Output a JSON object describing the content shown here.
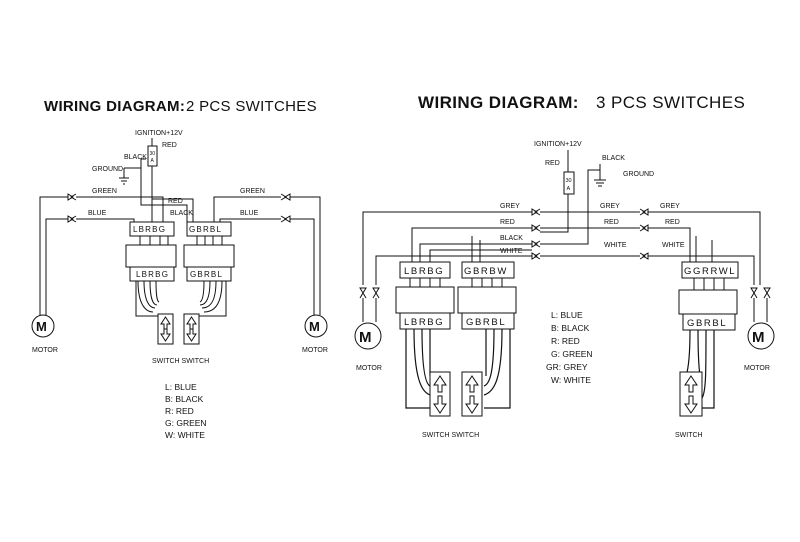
{
  "left": {
    "title_bold": "WIRING DIAGRAM:",
    "title_rest": "2 PCS SWITCHES",
    "ignition": "IGNITION+12V",
    "fuse": [
      "30",
      "A"
    ],
    "wire_labels": {
      "red_top": "RED",
      "black": "BLACK",
      "ground": "GROUND",
      "green_l": "GREEN",
      "green_r": "GREEN",
      "red_mid": "RED",
      "black_mid": "BLACK",
      "blue_l": "BLUE",
      "blue_r": "BLUE"
    },
    "conn_left": "LBRBG",
    "conn_right": "GBRBL",
    "motor_symbol": "M",
    "motor_label": "MOTOR",
    "switch_label": "SWITCH SWITCH",
    "legend": [
      "L: BLUE",
      "B: BLACK",
      "R: RED",
      "G: GREEN",
      "W: WHITE"
    ]
  },
  "right": {
    "title_bold": "WIRING DIAGRAM:",
    "title_rest": "3 PCS SWITCHES",
    "ignition": "IGNITION+12V",
    "fuse": [
      "30",
      "A"
    ],
    "wire_labels": {
      "red": "RED",
      "black": "BLACK",
      "ground": "GROUND",
      "grey_l": "GREY",
      "red_l": "RED",
      "black_l": "BLACK",
      "white_l": "WHITE",
      "grey_r1": "GREY",
      "grey_r2": "GREY",
      "red_r1": "RED",
      "red_r2": "RED",
      "white_r1": "WHITE",
      "white_r2": "WHITE"
    },
    "conn_1": "LBRBG",
    "conn_2": "GBRBW",
    "conn_3": "GGRRWL",
    "conn_1b": "LBRBG",
    "conn_2b": "GBRBL",
    "conn_3b": "GBRBL",
    "motor_symbol": "M",
    "motor_label": "MOTOR",
    "switch_label_pair": "SWITCH SWITCH",
    "switch_label_single": "SWITCH",
    "legend": [
      "L:  BLUE",
      "B:  BLACK",
      "R:  RED",
      "G:  GREEN",
      "GR:  GREY",
      "W:  WHITE"
    ]
  }
}
